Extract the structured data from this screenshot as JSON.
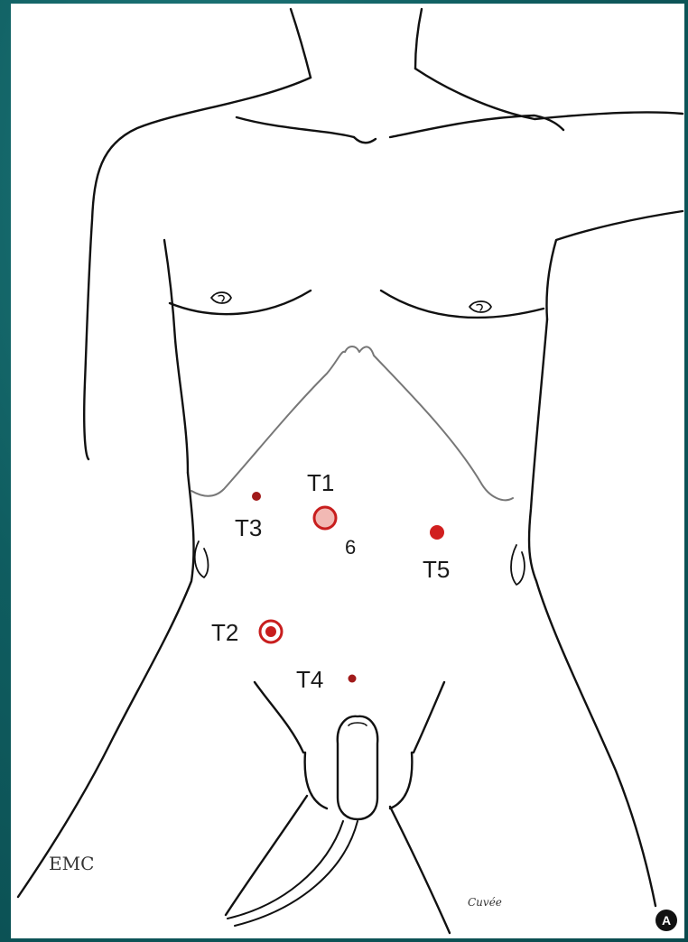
{
  "ports": [
    {
      "label": "T1",
      "kind": "large-ring"
    },
    {
      "label": "T2",
      "kind": "target-ring"
    },
    {
      "label": "T3",
      "kind": "small-dot"
    },
    {
      "label": "T4",
      "kind": "small-dot"
    },
    {
      "label": "T5",
      "kind": "medium-dot"
    }
  ],
  "umbilicus_mark": "6",
  "signature_left": "EMC",
  "signature_right": "Cuvée",
  "figure_badge": "A",
  "colors": {
    "port_red": "#c81e1e",
    "port_fill_light": "#f2b9b4",
    "line": "#111111",
    "background": "#0e5b5e"
  }
}
